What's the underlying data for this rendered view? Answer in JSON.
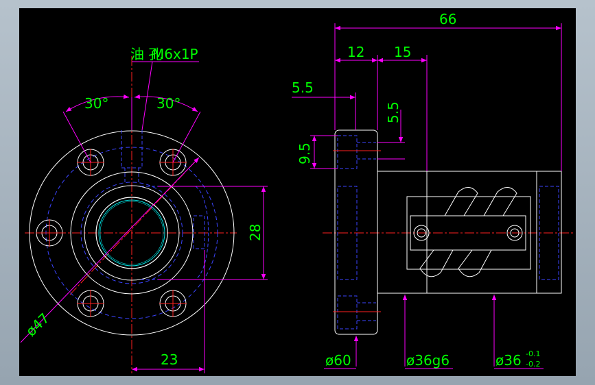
{
  "colors": {
    "background": "#000000",
    "outline": "#ffffff",
    "hidden": "#3b44ff",
    "centerline": "#ff2020",
    "dimension": "#ff00ff",
    "text": "#00ff00",
    "bore": "#00e0e0",
    "frame": "#a7b4bf"
  },
  "labels": {
    "oil_hole": "油 孔",
    "thread": "M6x1P",
    "angle_left": "30°",
    "angle_right": "30°",
    "dia_47": "ø47",
    "dim_28": "28",
    "dim_23": "23",
    "dim_66": "66",
    "dim_12": "12",
    "dim_15": "15",
    "dim_5_5_h": "5.5",
    "dim_5_5_v": "5.5",
    "dim_9_5": "9.5",
    "dia_60": "ø60",
    "dia_36g6": "ø36g6",
    "dia_36": "ø36",
    "tol_upper": "-0.1",
    "tol_lower": "-0.2"
  }
}
